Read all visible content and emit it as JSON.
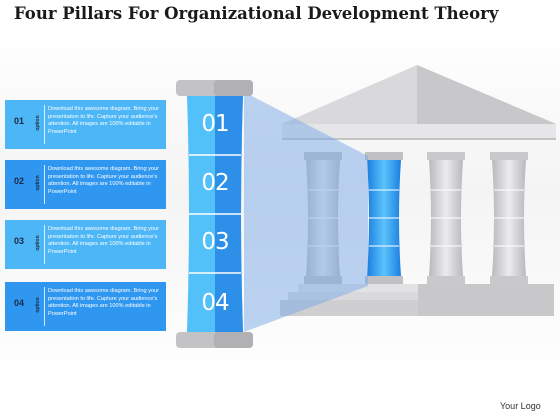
{
  "title": "Four Pillars For Organizational Development Theory",
  "options": [
    {
      "number": "01",
      "label": "option",
      "text": "Download this awesome diagram. Bring your presentation to life. Capture your audience's attention. All images are 100% editable in PowerPoint"
    },
    {
      "number": "02",
      "label": "option",
      "text": "Download this awesome diagram. Bring your presentation to life. Capture your audience's attention. All images are 100% editable in PowerPoint"
    },
    {
      "number": "03",
      "label": "option",
      "text": "Download this awesome diagram. Bring your presentation to life. Capture your audience's attention. All images are 100% editable in PowerPoint"
    },
    {
      "number": "04",
      "label": "option",
      "text": "Download this awesome diagram. Bring your presentation to life. Capture your audience's attention. All images are 100% editable in PowerPoint"
    }
  ],
  "pillar_segments": [
    "01",
    "02",
    "03",
    "04"
  ],
  "logo_text": "Your Logo",
  "colors": {
    "light_blue": "#4db6f7",
    "dark_blue": "#2f97ef",
    "building_gray": "#d4d4d6",
    "title": "#1a1a1a"
  }
}
